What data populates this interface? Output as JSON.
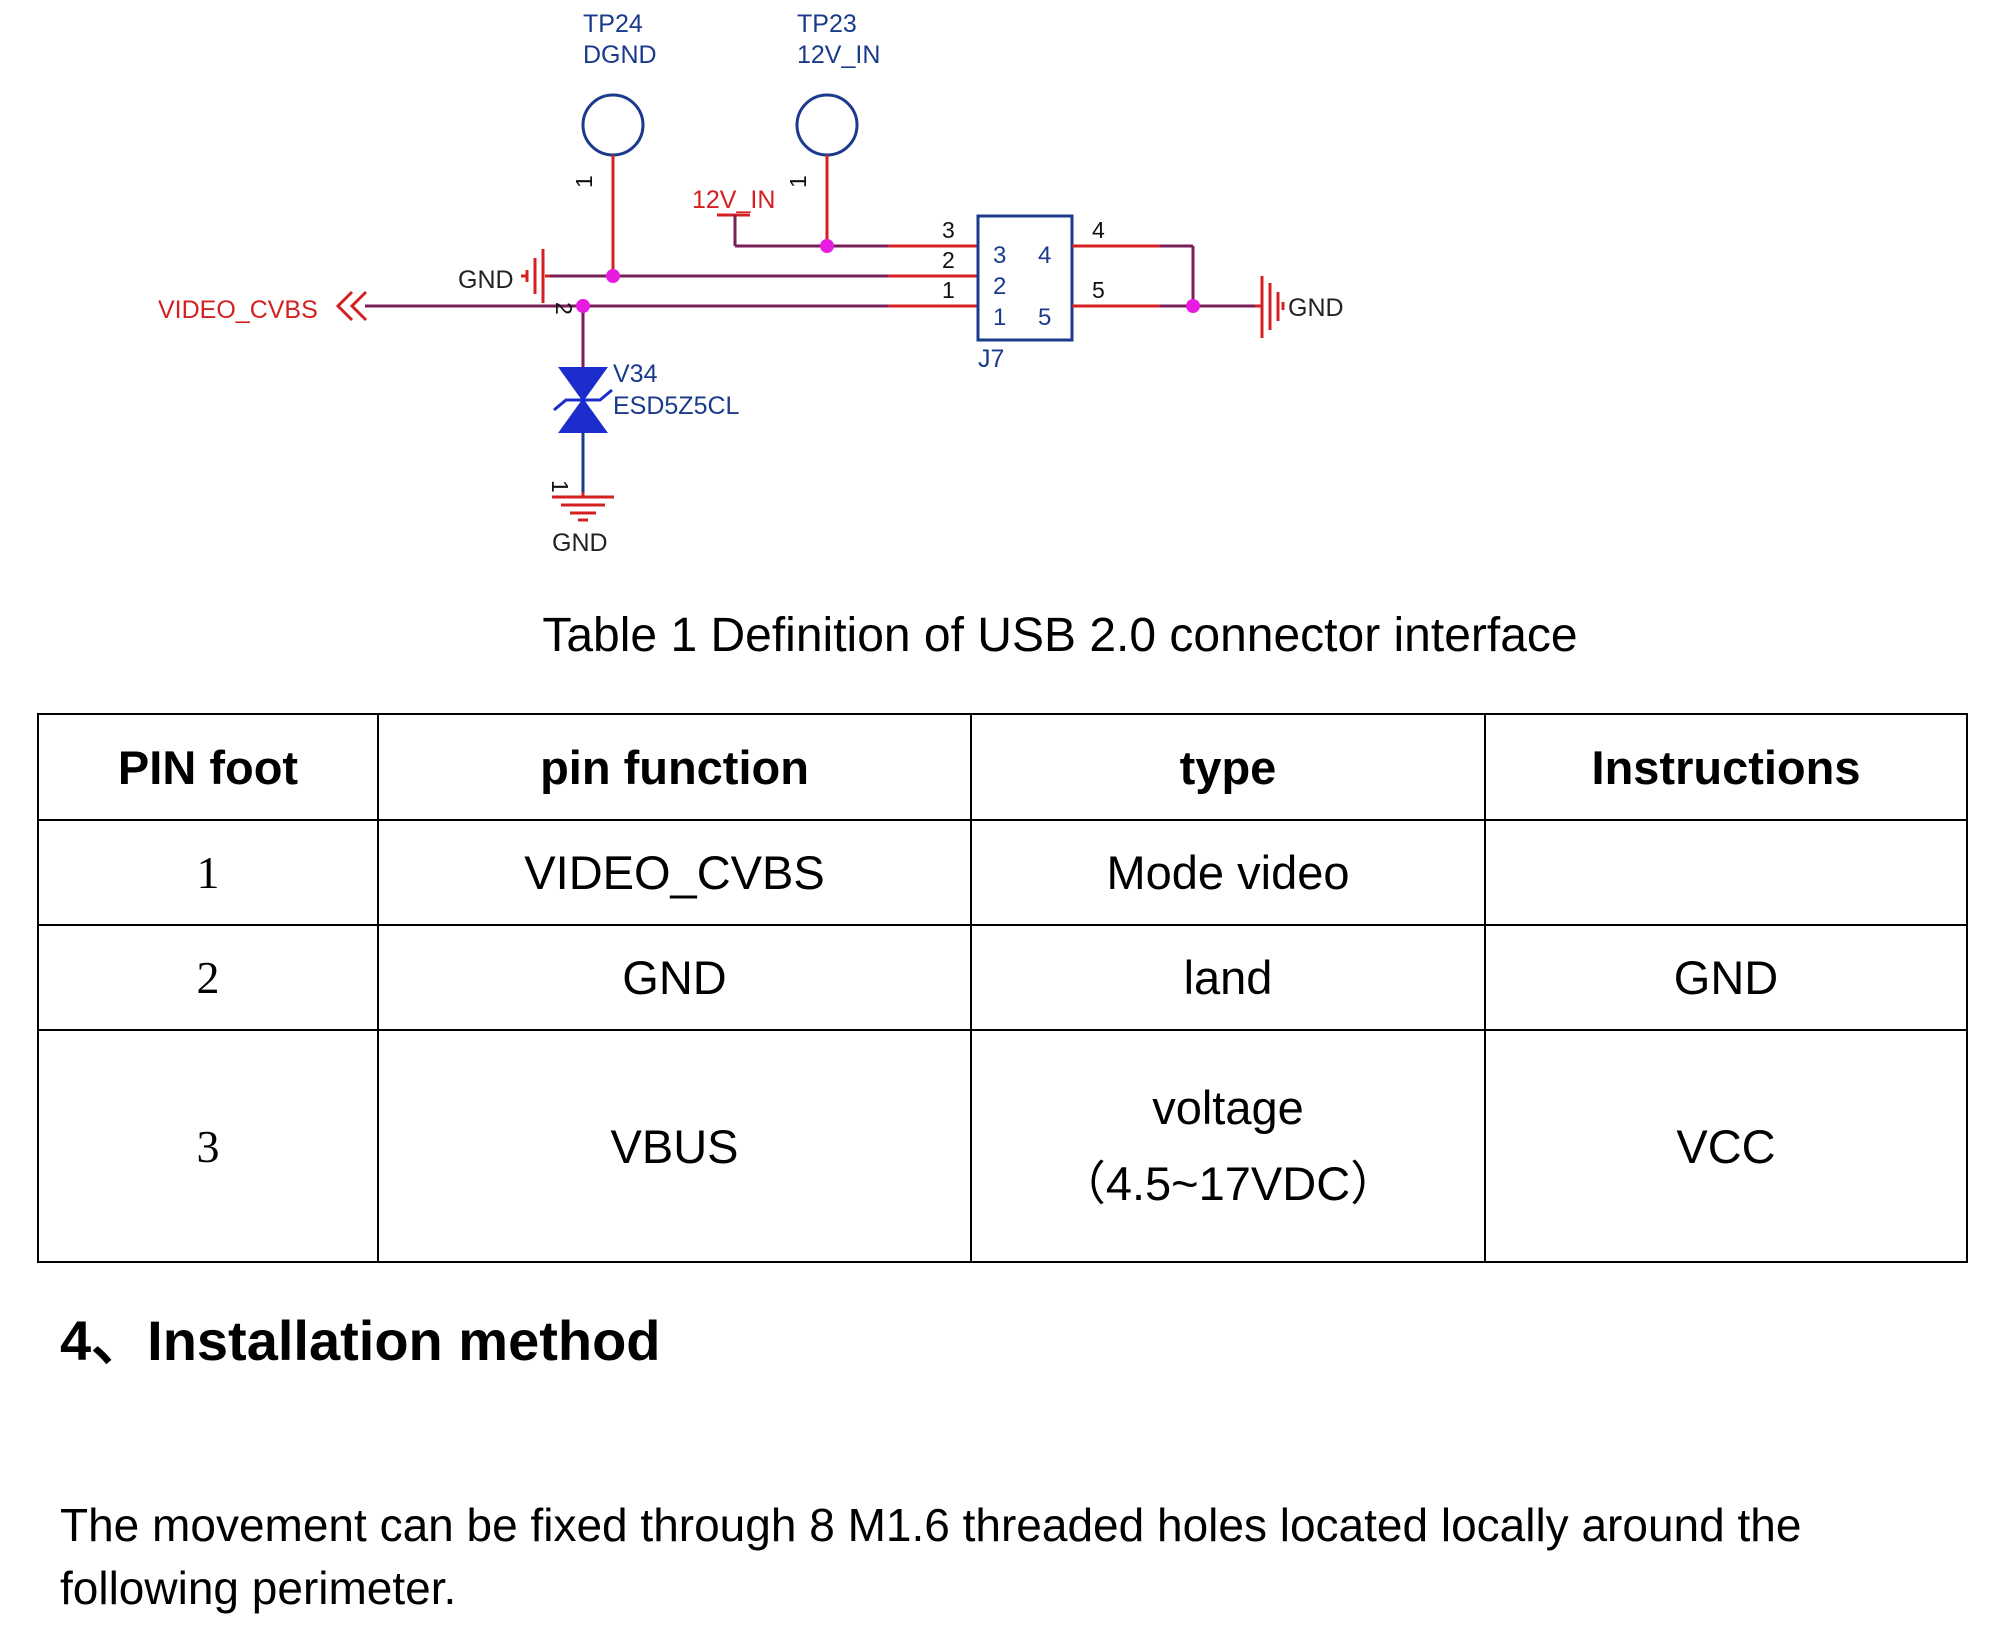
{
  "schematic": {
    "tp24_ref": "TP24",
    "tp24_net": "DGND",
    "tp23_ref": "TP23",
    "tp23_net": "12V_IN",
    "tp_pin": "1",
    "net_12v": "12V_IN",
    "gnd_label": "GND",
    "video_net": "VIDEO_CVBS",
    "diode_ref": "V34",
    "diode_part": "ESD5Z5CL",
    "diode_pin1": "1",
    "diode_pin2": "2",
    "connector_ref": "J7",
    "connector_pins": [
      "1",
      "2",
      "3",
      "4",
      "5"
    ],
    "colors": {
      "wire": "#d42020",
      "net_wire": "#7a1e5a",
      "junction": "#e81ce0",
      "component": "#1a3a8c"
    }
  },
  "table": {
    "caption": "Table 1 Definition of USB 2.0 connector interface",
    "headers": [
      "PIN foot",
      "pin function",
      "type",
      "Instructions"
    ],
    "rows": [
      {
        "pin": "1",
        "function": "VIDEO_CVBS",
        "type": [
          "Mode video"
        ],
        "instructions": ""
      },
      {
        "pin": "2",
        "function": "GND",
        "type": [
          "land"
        ],
        "instructions": "GND"
      },
      {
        "pin": "3",
        "function": "VBUS",
        "type": [
          "voltage",
          "（4.5~17VDC）"
        ],
        "instructions": "VCC"
      }
    ]
  },
  "section": {
    "heading": "4、Installation method",
    "paragraph": "The movement can be fixed through 8 M1.6 threaded holes located locally around the following perimeter."
  }
}
